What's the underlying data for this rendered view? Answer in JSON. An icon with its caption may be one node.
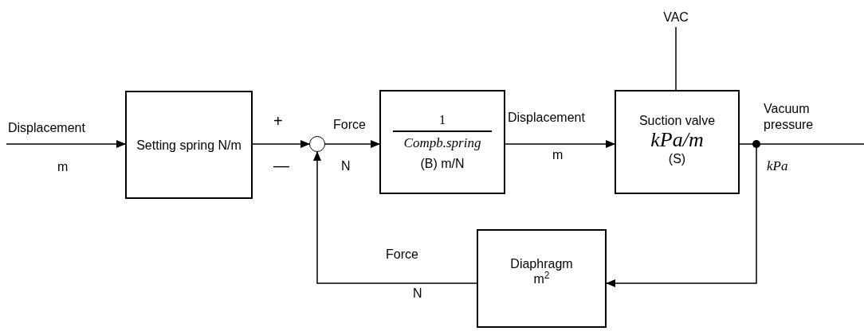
{
  "diagram": {
    "nodes": [
      {
        "text": [
          "Setting spring N/m"
        ]
      },
      {
        "text": [],
        "shape": "circle"
      },
      {
        "text": [
          "1",
          "Compb.spring",
          "(B) m/N"
        ]
      },
      {
        "text": [
          "Suction valve",
          "kPa/m",
          "(S)"
        ]
      },
      {
        "text": [
          "Diaphragm m$^{2}$"
        ]
      },
      {
        "text": [
          "VAC"
        ]
      },
      {
        "text": [],
        "shape": "circle"
      }
    ],
    "edges": [
      {
        "from": null,
        "to": 0,
        "arrow": "to"
      },
      {
        "from": 0,
        "to": 1,
        "arrow": "to"
      },
      {
        "from": 1,
        "to": 2,
        "arrow": "to"
      },
      {
        "from": 2,
        "to": 3,
        "arrow": "to"
      },
      {
        "from": 5,
        "to": 3,
        "arrow": "none"
      },
      {
        "from": 3,
        "to": 6,
        "arrow": "none"
      },
      {
        "from": 6,
        "to": null,
        "arrow": "none"
      },
      {
        "from": 6,
        "to": 4,
        "arrow": "to"
      },
      {
        "from": 4,
        "to": 1,
        "arrow": "to"
      }
    ],
    "labels": [
      "Displacement",
      "m",
      "+",
      "—",
      "Force",
      "N",
      "Displacement",
      "m",
      "Vacuum pressure",
      "kPa",
      "Force",
      "N"
    ]
  }
}
